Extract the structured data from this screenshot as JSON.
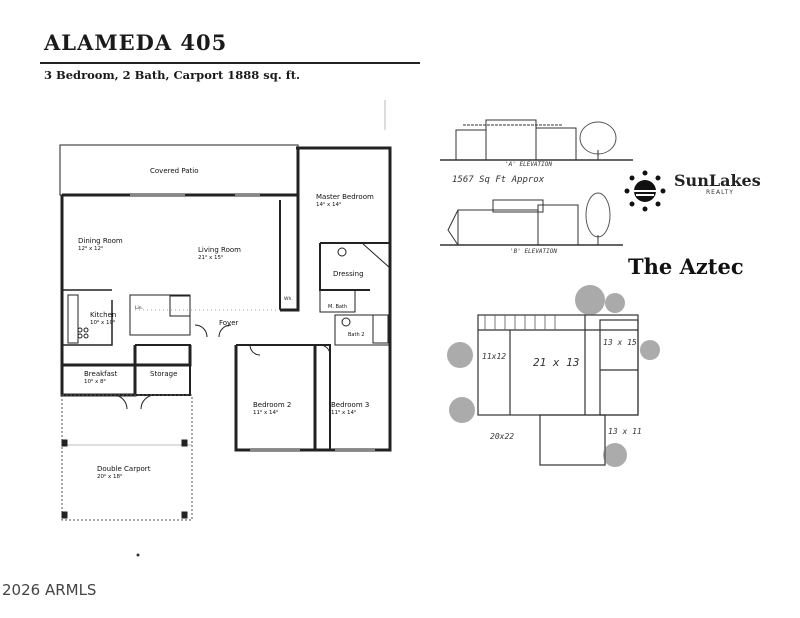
{
  "header": {
    "title": "ALAMEDA 405",
    "subtitle": "3 Bedroom, 2 Bath, Carport   1888 sq. ft."
  },
  "floor_plan": {
    "rooms": {
      "covered_patio": {
        "name": "Covered Patio",
        "dims": ""
      },
      "master_bedroom": {
        "name": "Master Bedroom",
        "dims": "14⁰ x 14⁰"
      },
      "dining_room": {
        "name": "Dining Room",
        "dims": "12⁶ x 12⁰"
      },
      "living_room": {
        "name": "Living Room",
        "dims": "21⁰ x 15⁰"
      },
      "dressing": {
        "name": "Dressing",
        "dims": ""
      },
      "kitchen": {
        "name": "Kitchen",
        "dims": "10⁶ x 10⁶"
      },
      "foyer": {
        "name": "Foyer",
        "dims": ""
      },
      "m_bath": {
        "name": "M. Bath",
        "dims": ""
      },
      "bath_2": {
        "name": "Bath 2",
        "dims": ""
      },
      "breakfast": {
        "name": "Breakfast",
        "dims": "10⁶ x 8⁶"
      },
      "storage": {
        "name": "Storage",
        "dims": ""
      },
      "bedroom_2": {
        "name": "Bedroom 2",
        "dims": "11⁶ x 14⁰"
      },
      "bedroom_3": {
        "name": "Bedroom 3",
        "dims": "11⁶ x 14⁰"
      },
      "double_carport": {
        "name": "Double Carport",
        "dims": "20⁰ x 18⁰"
      },
      "linen": {
        "name": "Lin.",
        "dims": ""
      },
      "wh": {
        "name": "Wh.",
        "dims": ""
      }
    }
  },
  "brochure": {
    "brand_name": "SunLakes",
    "brand_sub": "REALTY",
    "model_name": "The Aztec",
    "elevation_a": "'A' ELEVATION",
    "elevation_b": "'B' ELEVATION",
    "sqft_note": "1567 Sq Ft Approx",
    "plan_dims": {
      "left_room": "11x12",
      "center_room": "21 x 13",
      "right_top": "13 x 15",
      "right_bottom": "13 x 11",
      "garage": "20x22"
    }
  },
  "footer": {
    "copyright": "2026 ARMLS"
  }
}
